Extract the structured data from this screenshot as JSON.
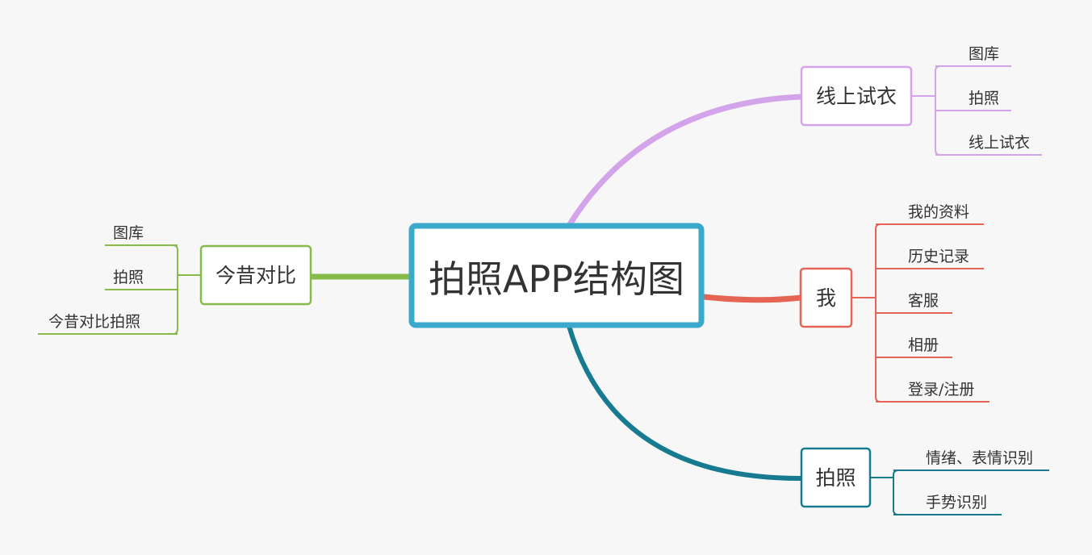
{
  "diagram": {
    "root": {
      "label": "拍照APP结构图",
      "color": "#3aa9cc"
    },
    "branches": [
      {
        "id": "online-tryon",
        "label": "线上试衣",
        "color": "#d4a4ea",
        "children": [
          "图库",
          "拍照",
          "线上试衣"
        ]
      },
      {
        "id": "me",
        "label": "我",
        "color": "#e56454",
        "children": [
          "我的资料",
          "历史记录",
          "客服",
          "相册",
          "登录/注册"
        ]
      },
      {
        "id": "photo",
        "label": "拍照",
        "color": "#177a91",
        "children": [
          "情绪、表情识别",
          "手势识别"
        ]
      },
      {
        "id": "then-now",
        "label": "今昔对比",
        "color": "#86bb4a",
        "children": [
          "图库",
          "拍照",
          "今昔对比拍照"
        ]
      }
    ]
  }
}
